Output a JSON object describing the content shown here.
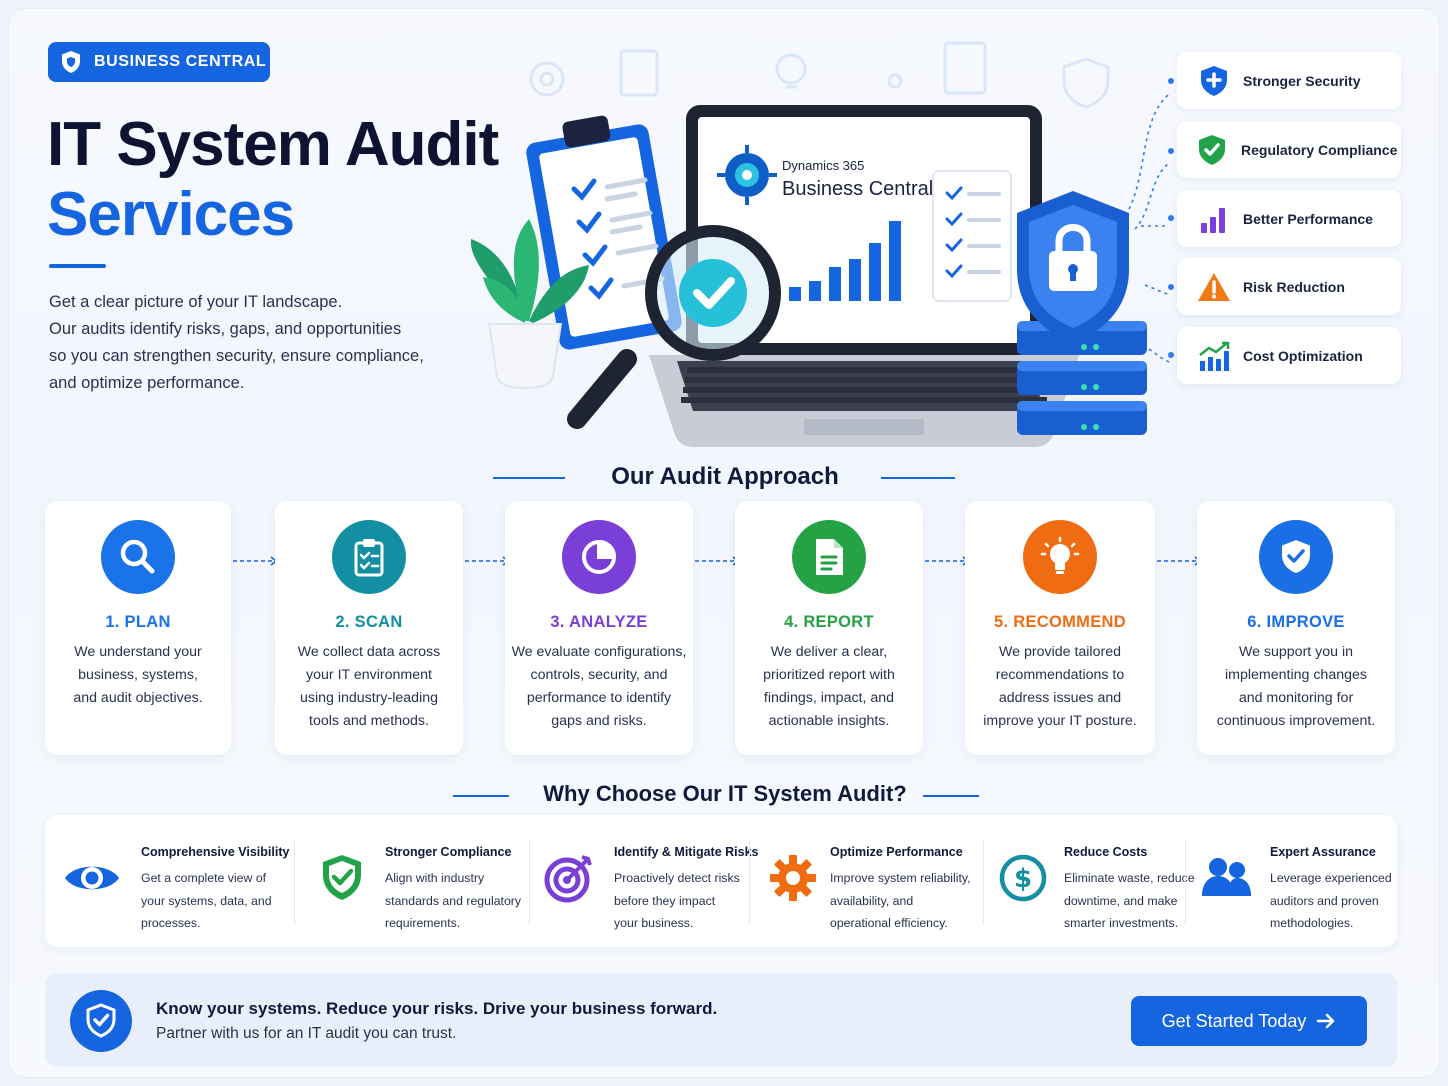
{
  "hero": {
    "badge": "BUSINESS CENTRAL",
    "title_line1": "IT System Audit",
    "title_line2": "Services",
    "intro_lines": [
      "Get a clear picture of your IT landscape.",
      "Our audits identify risks, gaps, and opportunities",
      "so you can strengthen security, ensure compliance,",
      "and optimize performance."
    ],
    "laptop_brand_small": "Dynamics 365",
    "laptop_brand_large": "Business Central"
  },
  "benefits": [
    {
      "label": "Stronger Security",
      "icon": "shield-plus-icon",
      "color": "#1565e0"
    },
    {
      "label": "Regulatory Compliance",
      "icon": "shield-check-icon",
      "color": "#22a34a"
    },
    {
      "label": "Better Performance",
      "icon": "bar-chart-icon",
      "color": "#7b3fe0"
    },
    {
      "label": "Risk Reduction",
      "icon": "warning-icon",
      "color": "#f07b16"
    },
    {
      "label": "Cost Optimization",
      "icon": "growth-chart-icon",
      "color": "#1565e0"
    }
  ],
  "approach": {
    "title": "Our Audit Approach",
    "steps": [
      {
        "title": "1. PLAN",
        "icon": "magnifier-icon",
        "color": "#1a73e8",
        "lines": [
          "We understand your",
          "business, systems,",
          "and audit objectives."
        ]
      },
      {
        "title": "2. SCAN",
        "icon": "clipboard-icon",
        "color": "#138fa3",
        "lines": [
          "We collect data across",
          "your IT environment",
          "using industry-leading",
          "tools and methods."
        ]
      },
      {
        "title": "3. ANALYZE",
        "icon": "pie-chart-icon",
        "color": "#7a3fd6",
        "lines": [
          "We evaluate configurations,",
          "controls, security, and",
          "performance to identify",
          "gaps and risks."
        ]
      },
      {
        "title": "4. REPORT",
        "icon": "document-icon",
        "color": "#25a244",
        "lines": [
          "We deliver a clear,",
          "prioritized report with",
          "findings, impact, and",
          "actionable insights."
        ]
      },
      {
        "title": "5. RECOMMEND",
        "icon": "lightbulb-icon",
        "color": "#ef6c12",
        "lines": [
          "We provide tailored",
          "recommendations to",
          "address issues and",
          "improve your IT posture."
        ]
      },
      {
        "title": "6. IMPROVE",
        "icon": "shield-check-icon",
        "color": "#1a6fe6",
        "lines": [
          "We support you in",
          "implementing changes",
          "and monitoring for",
          "continuous improvement."
        ]
      }
    ]
  },
  "why": {
    "title": "Why Choose Our IT System Audit?",
    "items": [
      {
        "title": "Comprehensive Visibility",
        "icon": "eye-icon",
        "lines": [
          "Get a complete view of",
          "your systems, data, and",
          "processes."
        ]
      },
      {
        "title": "Stronger Compliance",
        "icon": "shield-check-icon",
        "lines": [
          "Align with industry",
          "standards and regulatory",
          "requirements."
        ]
      },
      {
        "title": "Identify & Mitigate Risks",
        "icon": "target-icon",
        "lines": [
          "Proactively detect risks",
          "before they impact",
          "your business."
        ]
      },
      {
        "title": "Optimize Performance",
        "icon": "gear-icon",
        "lines": [
          "Improve system reliability,",
          "availability, and",
          "operational efficiency."
        ]
      },
      {
        "title": "Reduce Costs",
        "icon": "dollar-icon",
        "lines": [
          "Eliminate waste, reduce",
          "downtime, and make",
          "smarter investments."
        ]
      },
      {
        "title": "Expert Assurance",
        "icon": "users-icon",
        "lines": [
          "Leverage experienced",
          "auditors and proven",
          "methodologies."
        ]
      }
    ]
  },
  "cta": {
    "headline": "Know your systems. Reduce your risks. Drive your business forward.",
    "sub": "Partner with us for an IT audit you can trust.",
    "button": "Get Started Today"
  }
}
